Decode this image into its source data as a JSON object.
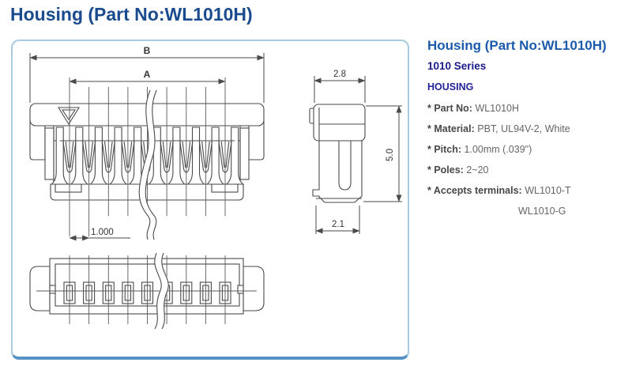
{
  "page": {
    "title": "Housing (Part No:WL1010H)"
  },
  "info": {
    "title": "Housing (Part No:WL1010H)",
    "series": "1010 Series",
    "section": "HOUSING",
    "specs": [
      {
        "label": "* Part No:",
        "value": "WL1010H"
      },
      {
        "label": "* Material:",
        "value": "PBT, UL94V-2, White"
      },
      {
        "label": "* Pitch:",
        "value": "1.00mm (.039\")"
      },
      {
        "label": "* Poles:",
        "value": "2~20"
      },
      {
        "label": "* Accepts terminals:",
        "value": "WL1010-T"
      }
    ],
    "extra_terminal": "WL1010-G"
  },
  "drawing": {
    "front": {
      "dim_b": "B",
      "dim_a": "A",
      "dim_pitch": "1.000"
    },
    "side": {
      "dim_width": "2.8",
      "dim_height": "5.0",
      "dim_bottom": "2.1"
    }
  },
  "colors": {
    "title_blue": "#1a4b8e",
    "info_blue": "#1c5aab",
    "navy": "#1a1a88",
    "panel_border": "#a9cbdf",
    "panel_border_bottom": "#5693c4",
    "line": "#4a4a4a"
  }
}
